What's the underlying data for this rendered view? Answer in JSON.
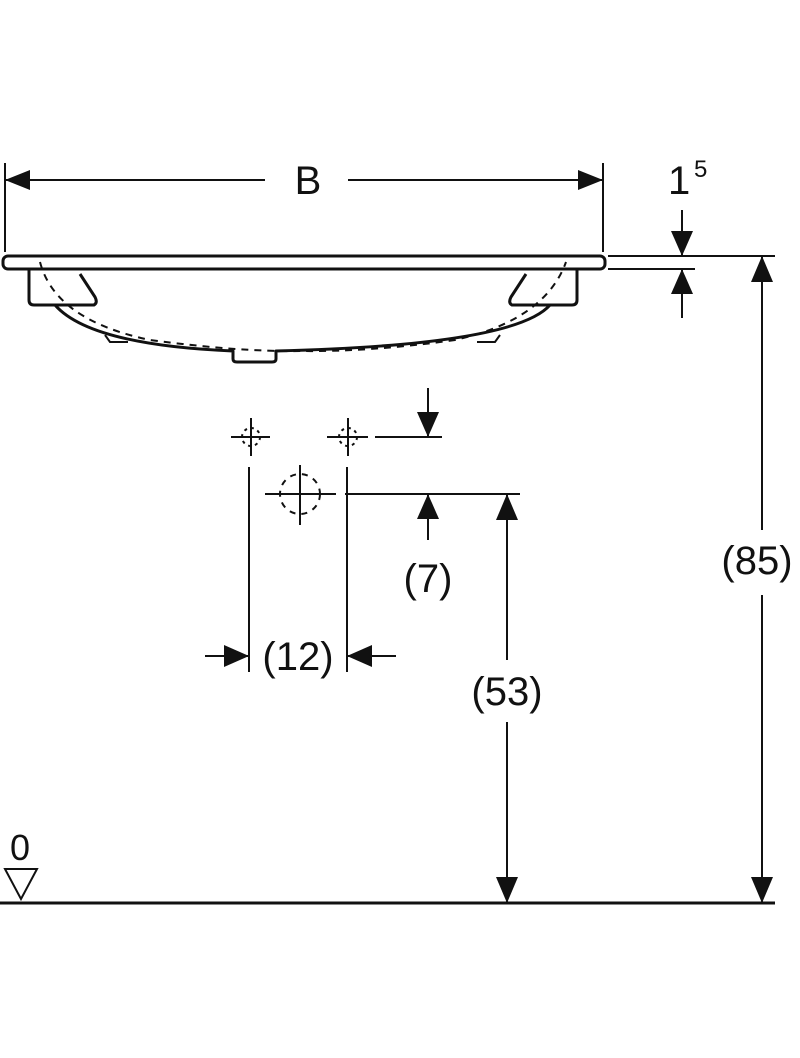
{
  "drawing": {
    "width_label": "B",
    "rim_thickness_label": "1",
    "rim_thickness_superscript": "5",
    "total_height_label": "(85)",
    "tap_offset_label": "(7)",
    "tap_spacing_label": "(12)",
    "waste_height_label": "(53)",
    "floor_level_label": "0"
  }
}
